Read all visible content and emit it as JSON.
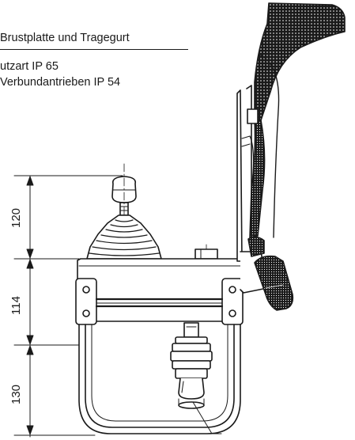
{
  "caption": {
    "title": "Brustplatte und Tragegurt",
    "line1": "utzart IP 65",
    "line2": "Verbundantrieben IP 54"
  },
  "dimensions": {
    "top": "120",
    "middle": "114",
    "bottom": "130"
  },
  "colors": {
    "ink": "#1a1a1a",
    "paper": "#ffffff"
  }
}
